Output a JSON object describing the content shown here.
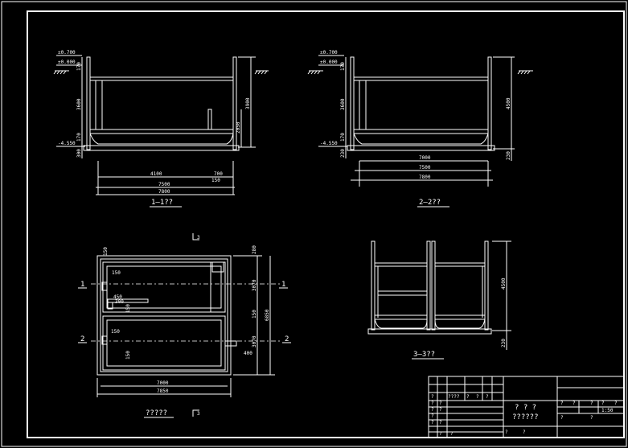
{
  "section_1": {
    "title": "1—1??",
    "elevations": [
      "±0.700",
      "±0.000",
      "-4.550"
    ],
    "dims": {
      "left_170": "170",
      "left_3600": "3600",
      "left_170b": "170",
      "left_300": "300",
      "right_3900": "3900",
      "right_2050": "2050",
      "b_4100": "4100",
      "b_700": "700",
      "b_150": "150",
      "b_7500": "7500",
      "b_7800": "7800"
    }
  },
  "section_2": {
    "title": "2—2??",
    "elevations": [
      "±0.700",
      "±0.000",
      "-4.550"
    ],
    "dims": {
      "left_170": "170",
      "left_3600": "3600",
      "left_170b": "170",
      "left_230": "230",
      "right_4500": "4500",
      "right_230": "230",
      "b_7000": "7000",
      "b_7500": "7500",
      "b_7800": "7800"
    }
  },
  "section_3": {
    "title": "3—3??",
    "dims": {
      "right_4500": "4500",
      "right_230": "230"
    }
  },
  "plan": {
    "title": "?????",
    "cut_labels": [
      "1",
      "1",
      "2",
      "2"
    ],
    "section_mark": "3",
    "dims": {
      "d_150a": "150",
      "d_150b": "150",
      "d_450": "450",
      "d_150c": "150",
      "d_150d": "150",
      "d_400": "400",
      "d_300": "300",
      "r_280": "280",
      "r_3070a": "3070",
      "r_3070b": "3070",
      "r_150": "150",
      "r_6850": "6850",
      "b_7000": "7000",
      "b_7850": "7850"
    }
  },
  "title_block": {
    "row_label": "????",
    "main_name_1": "? ? ?",
    "main_name_2": "??????",
    "scale": "1:50",
    "sig_1": "?",
    "sig_2": "?",
    "r1": [
      "?",
      "?",
      "?",
      "?",
      "?",
      "?"
    ],
    "r2": [
      "?",
      "?",
      "?",
      "?"
    ],
    "left_col": [
      "?",
      "?",
      "?",
      "?",
      "?",
      "?",
      "?",
      "?"
    ],
    "bottom": [
      "?",
      "?"
    ]
  }
}
